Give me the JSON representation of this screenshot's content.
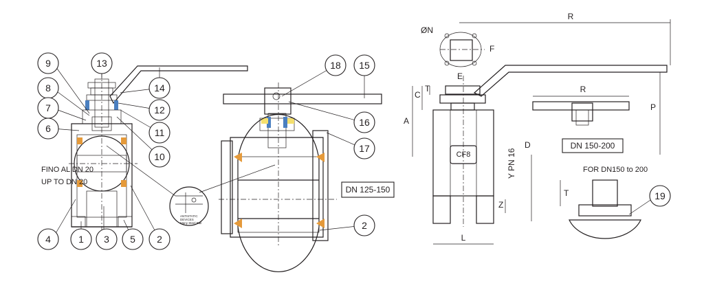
{
  "colors": {
    "body_green": "#c7dfb8",
    "ball_blue": "#cfe4f2",
    "stem_pink": "#f2c4d6",
    "gland_yellow": "#f4df6e",
    "seat_orange": "#e59a3a",
    "nut_blue": "#4a7fc0",
    "gray": "#d9d9d9",
    "line": "#231f20"
  },
  "callouts": [
    {
      "id": "c9",
      "text": "9"
    },
    {
      "id": "c13",
      "text": "13"
    },
    {
      "id": "c8",
      "text": "8"
    },
    {
      "id": "c14",
      "text": "14"
    },
    {
      "id": "c7",
      "text": "7"
    },
    {
      "id": "c12",
      "text": "12"
    },
    {
      "id": "c6",
      "text": "6"
    },
    {
      "id": "c11",
      "text": "11"
    },
    {
      "id": "c10",
      "text": "10"
    },
    {
      "id": "c4",
      "text": "4"
    },
    {
      "id": "c1",
      "text": "1"
    },
    {
      "id": "c3",
      "text": "3"
    },
    {
      "id": "c5",
      "text": "5"
    },
    {
      "id": "c2a",
      "text": "2"
    },
    {
      "id": "c18",
      "text": "18"
    },
    {
      "id": "c15",
      "text": "15"
    },
    {
      "id": "c16",
      "text": "16"
    },
    {
      "id": "c17",
      "text": "17"
    },
    {
      "id": "c2b",
      "text": "2"
    },
    {
      "id": "c19",
      "text": "19"
    }
  ],
  "labels": {
    "fino_al": "FINO AL DN 20",
    "up_to": "UP TO DN 20",
    "dn125": "DN 125-150",
    "dn150": "DN 150-200",
    "for_dn": "FOR DN150 to 200",
    "antistatic_1": "ANTISTATIC",
    "antistatic_2": "DEVICES",
    "antistatic_3": "Many Steel Ball",
    "cf8": "CF8",
    "ypn": "Y PN 16"
  },
  "dims": {
    "R_top": "R",
    "R_small": "R",
    "P": "P",
    "A": "A",
    "C": "C",
    "T_side": "T",
    "D": "D",
    "Z": "Z",
    "L": "L",
    "E": "E",
    "F": "F",
    "ON": "ØN",
    "T_small": "T"
  }
}
